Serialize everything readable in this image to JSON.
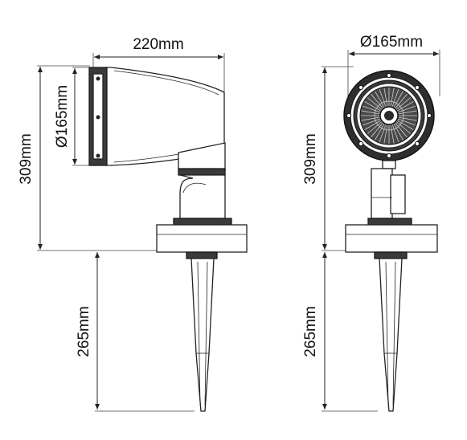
{
  "dimensions": {
    "side": {
      "width": "220mm",
      "diameter": "Ø165mm",
      "height": "309mm",
      "spike": "265mm"
    },
    "front": {
      "diameter": "Ø165mm",
      "height": "309mm",
      "spike": "265mm"
    }
  }
}
